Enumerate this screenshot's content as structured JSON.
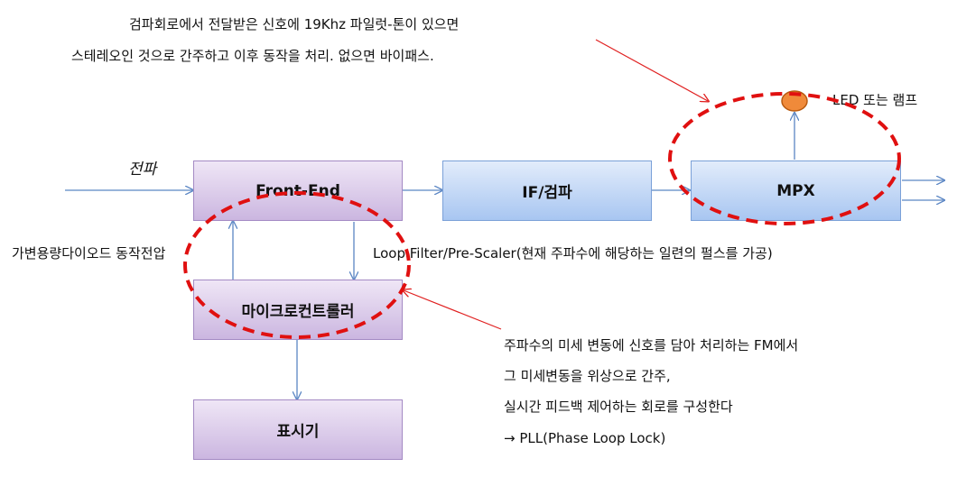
{
  "diagram": {
    "blocks": {
      "front_end": "Front-End",
      "if_detector": "IF/검파",
      "mpx": "MPX",
      "microcontroller": "마이크로컨트롤러",
      "display": "표시기"
    },
    "labels": {
      "radio_wave": "전파",
      "led": "LED 또는 램프",
      "varactor_voltage": "가변용량다이오드 동작전압",
      "loop_filter": "Loop Filter/Pre-Scaler(현재 주파수에 해당하는 일련의 펄스를 가공)"
    },
    "notes": {
      "stereo_line1": "검파회로에서 전달받은 신호에 19Khz 파일럿-톤이 있으면",
      "stereo_line2": "스테레오인 것으로 간주하고 이후 동작을 처리. 없으면 바이패스.",
      "pll_line1": "주파수의 미세 변동에 신호를 담아 처리하는 FM에서",
      "pll_line2": "그 미세변동을 위상으로 간주,",
      "pll_line3": "실시간 피드백 제어하는 회로를 구성한다",
      "pll_line4": "→ PLL(Phase Loop Lock)"
    },
    "colors": {
      "arrow": "#5b86c4",
      "callout": "#e02020",
      "highlight_ellipse": "#e01010",
      "led_fill": "#f08a3a"
    }
  }
}
